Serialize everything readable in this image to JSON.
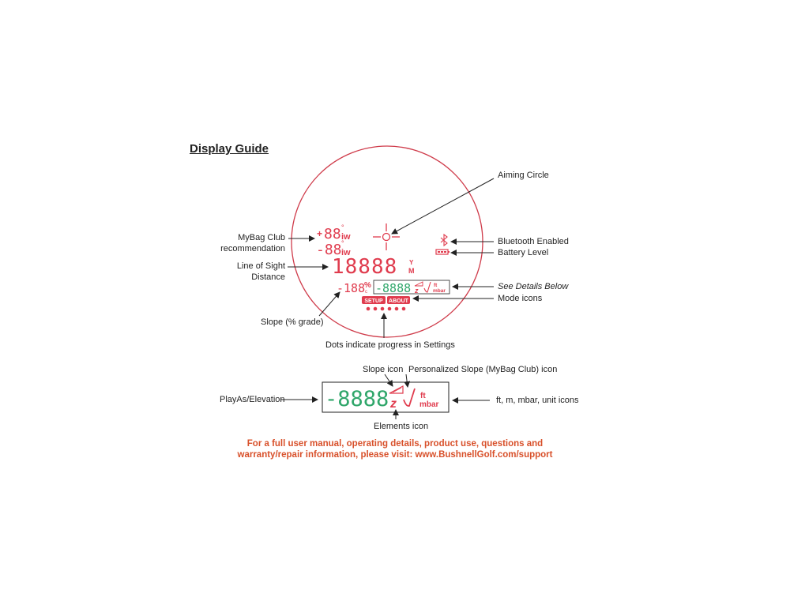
{
  "title": "Display Guide",
  "labels": {
    "aiming_circle": "Aiming Circle",
    "mybag_line1": "MyBag Club",
    "mybag_line2": "recommendation",
    "los_line1": "Line of Sight",
    "los_line2": "Distance",
    "bluetooth": "Bluetooth Enabled",
    "battery": "Battery Level",
    "see_details": "See Details Below",
    "mode_icons": "Mode icons",
    "slope": "Slope (% grade)",
    "dots": "Dots indicate progress in Settings",
    "slope_icon": "Slope icon",
    "personalized_slope": "Personalized Slope (MyBag Club) icon",
    "playas": "PlayAs/Elevation",
    "units": "ft, m, mbar, unit icons",
    "elements_icon": "Elements icon"
  },
  "display": {
    "club_top": "88",
    "club_bottom": "-88",
    "club_suffix": "iw",
    "distance": "18888",
    "unit_y": "Y",
    "unit_m": "M",
    "slope_value": "-188",
    "percent": "%",
    "elevation": "-8888",
    "unit_ft": "ft",
    "unit_mbar": "mbar",
    "setup": "SETUP",
    "about": "ABOUT"
  },
  "detail": {
    "elevation": "-8888",
    "unit_ft": "ft",
    "unit_mbar": "mbar"
  },
  "footer": {
    "line1": "For a full user manual, operating details, product use, questions and",
    "line2": "warranty/repair information, please visit: www.BushnellGolf.com/support"
  },
  "colors": {
    "red": "#e03c4e",
    "green": "#2fa66a",
    "circle": "#cf3b4a",
    "footer": "#d8502a"
  }
}
